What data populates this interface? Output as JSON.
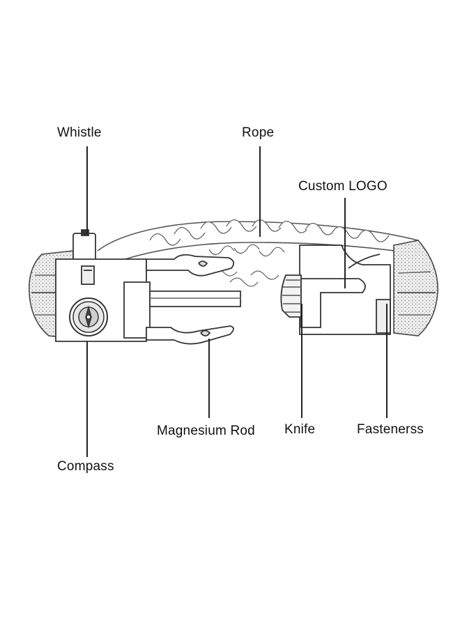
{
  "labels": {
    "whistle": "Whistle",
    "rope": "Rope",
    "custom_logo": "Custom LOGO",
    "magnesium_rod": "Magnesium Rod",
    "knife": "Knife",
    "fasteners": "Fastenerss",
    "compass": "Compass"
  },
  "colors": {
    "line": "#222222",
    "text": "#111111",
    "background": "#ffffff"
  },
  "icons": [
    "whistle-icon",
    "compass-icon",
    "knife-icon",
    "buckle-icon",
    "rope-icon",
    "magnesium-rod-icon"
  ]
}
